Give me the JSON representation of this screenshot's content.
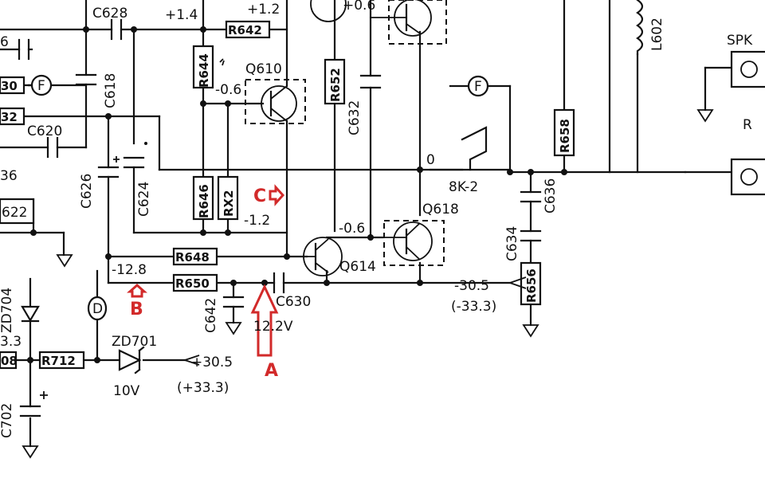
{
  "components": {
    "C628": "C628",
    "C618": "C618",
    "C620": "C620",
    "C626": "C626",
    "C624": "C624",
    "C632": "C632",
    "C642": "C642",
    "C630": "C630",
    "C634": "C634",
    "C636": "C636",
    "C702": "C702",
    "R642": "R642",
    "R644": "R644",
    "R646": "R646",
    "RX2": "RX2",
    "R648": "R648",
    "R650": "R650",
    "R652": "R652",
    "R658": "R658",
    "R656": "R656",
    "R712": "R712",
    "Q610": "Q610",
    "Q614": "Q614",
    "Q618": "Q618",
    "L602": "L602",
    "ZD701": "ZD701",
    "ZD704": "ZD704",
    "R622": "622",
    "SPK": "SPK",
    "R": "R",
    "BK2": "8K-2",
    "left_6": "6",
    "left_30": "30",
    "left_32": "32",
    "left_36": "36",
    "left_08": "08",
    "left_33": "3.3"
  },
  "voltages": {
    "v_p14": "+1.4",
    "v_p12": "+1.2",
    "v_p06_top": "+0.6",
    "v_m06_q610": "-0.6",
    "v_m12": "-1.2",
    "v_m06_q614": "-0.6",
    "v_m128": "-12.8",
    "v_0": "0",
    "v_m305": "-30.5",
    "v_m333": "(-33.3)",
    "v_122": "12.2V",
    "v_p305": "+30.5",
    "v_p333": "(+33.3)",
    "v_10v": "10V"
  },
  "markers": {
    "F1": "F",
    "F2": "F",
    "D": "D",
    "A": "A",
    "B": "B",
    "C": "C"
  },
  "colors": {
    "annotation": "#d22a2a",
    "ink": "#111111"
  }
}
